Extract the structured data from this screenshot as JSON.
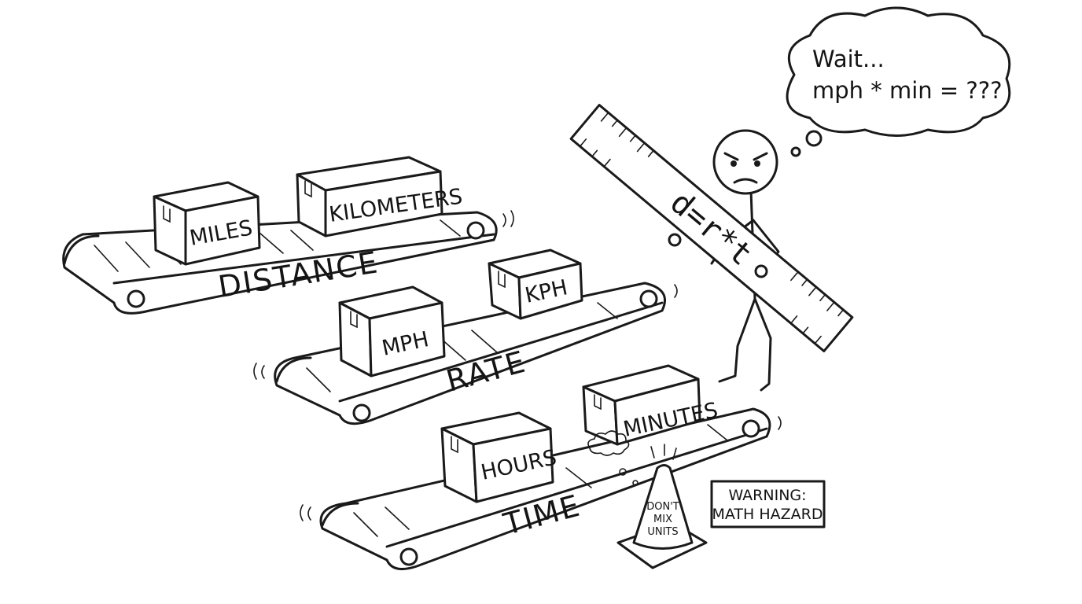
{
  "belts": [
    {
      "label": "DISTANCE",
      "boxes": [
        "MILES",
        "KILOMETERS"
      ]
    },
    {
      "label": "RATE",
      "boxes": [
        "MPH",
        "KPH"
      ]
    },
    {
      "label": "TIME",
      "boxes": [
        "HOURS",
        "MINUTES"
      ]
    }
  ],
  "ruler": {
    "formula": "d=r*t"
  },
  "thought": {
    "line1": "Wait...",
    "line2": "mph * min = ???"
  },
  "cone": {
    "line1": "DON'T",
    "line2": "MIX",
    "line3": "UNITS"
  },
  "sign": {
    "line1": "WARNING:",
    "line2": "MATH HAZARD"
  }
}
